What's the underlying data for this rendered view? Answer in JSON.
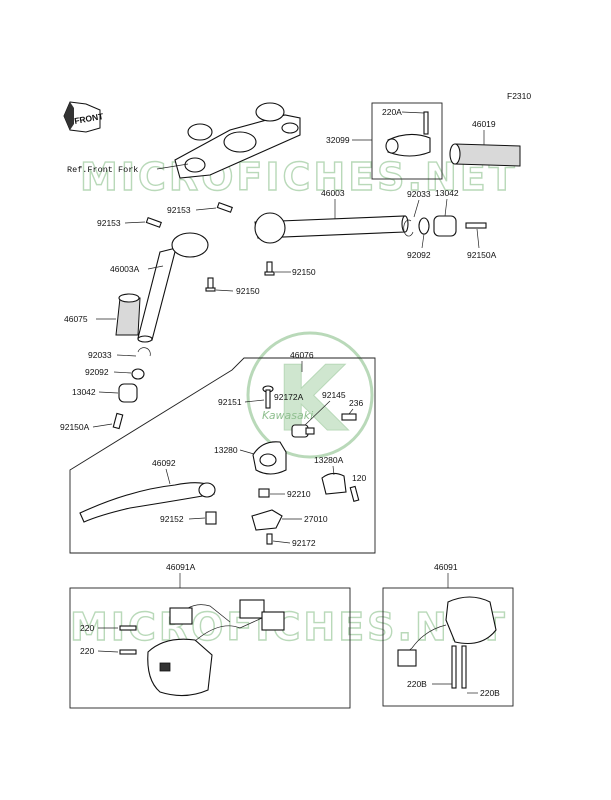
{
  "figure_code": "F2310",
  "front_arrow_label": "FRONT",
  "ref_label": "Ref.Front Fork",
  "watermark_text": "MICROFICHES.NET",
  "logo": {
    "letter": "K",
    "word": "Kawasaki"
  },
  "part_labels": {
    "p46003": "46003",
    "p92153a": "92153",
    "p92153b": "92153",
    "p46003A": "46003A",
    "p92150a": "92150",
    "p92150b": "92150",
    "p46075": "46075",
    "p92033a": "92033",
    "p92092a": "92092",
    "p13042a": "13042",
    "p92150Aa": "92150A",
    "p220A": "220A",
    "p32099": "32099",
    "p46019": "46019",
    "p92033b": "92033",
    "p13042b": "13042",
    "p92092b": "92092",
    "p92150Ab": "92150A",
    "p46076": "46076",
    "p92151": "92151",
    "p92172A": "92172A",
    "p92145": "92145",
    "p236": "236",
    "p13280": "13280",
    "p13280A": "13280A",
    "p46092": "46092",
    "p92210": "92210",
    "p120": "120",
    "p92152": "92152",
    "p27010": "27010",
    "p92172": "92172",
    "p46091A": "46091A",
    "p220a": "220",
    "p220b": "220",
    "p46091": "46091",
    "p220Ba": "220B",
    "p220Bb": "220B"
  },
  "colors": {
    "watermark": "#b9d9b9",
    "ink": "#111111"
  }
}
